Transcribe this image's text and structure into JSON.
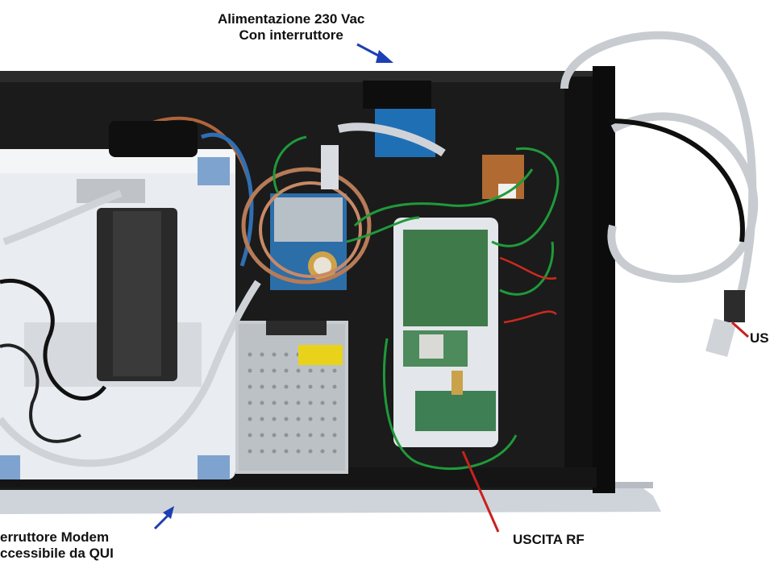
{
  "callouts": {
    "power": {
      "line1": "Alimentazione 230 Vac",
      "line2": "Con interruttore"
    },
    "modem": {
      "line1": "erruttore Modem",
      "line2": "ccessibile da QUI"
    },
    "rf": "USCITA RF",
    "usb": "US"
  },
  "colors": {
    "enclosure": "#1a1a1a",
    "tray": "#d9dde2",
    "arrow_blue": "#1e3fb3",
    "arrow_red": "#c8201e",
    "wire_green": "#1f9a3a"
  }
}
